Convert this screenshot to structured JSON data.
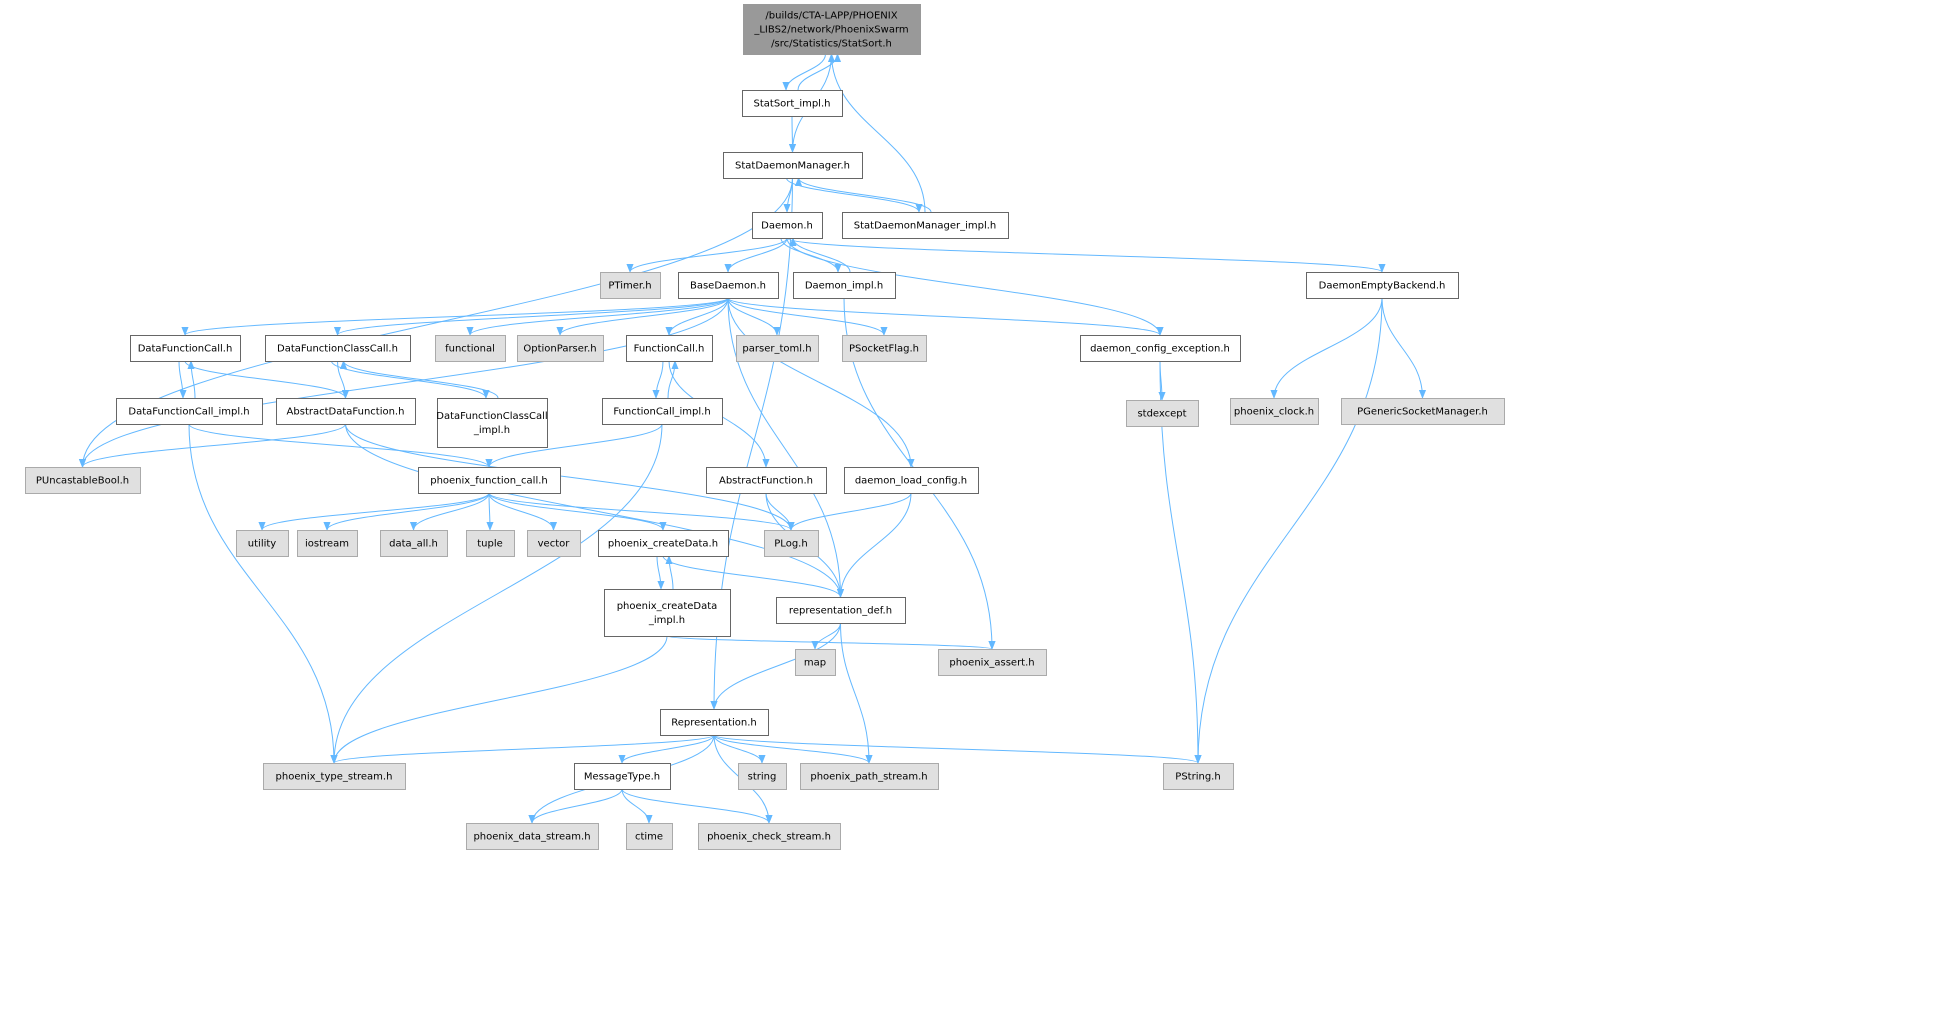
{
  "graph": {
    "edge_color": "#63b8ff",
    "external_fill": "#e0e0e0",
    "root_fill": "#999999",
    "nodes": [
      {
        "id": "root",
        "lines": [
          "/builds/CTA-LAPP/PHOENIX",
          "_LIBS2/network/PhoenixSwarm",
          "/src/Statistics/StatSort.h"
        ],
        "kind": "root"
      },
      {
        "id": "StatSort_impl",
        "lines": [
          "StatSort_impl.h"
        ],
        "kind": "file"
      },
      {
        "id": "StatDaemonManager",
        "lines": [
          "StatDaemonManager.h"
        ],
        "kind": "file"
      },
      {
        "id": "StatDaemonManager_impl",
        "lines": [
          "StatDaemonManager_impl.h"
        ],
        "kind": "file"
      },
      {
        "id": "Daemon",
        "lines": [
          "Daemon.h"
        ],
        "kind": "file"
      },
      {
        "id": "PTimer",
        "lines": [
          "PTimer.h"
        ],
        "kind": "ext"
      },
      {
        "id": "BaseDaemon",
        "lines": [
          "BaseDaemon.h"
        ],
        "kind": "file"
      },
      {
        "id": "Daemon_impl",
        "lines": [
          "Daemon_impl.h"
        ],
        "kind": "file"
      },
      {
        "id": "DaemonEmptyBackend",
        "lines": [
          "DaemonEmptyBackend.h"
        ],
        "kind": "file"
      },
      {
        "id": "DataFunctionCall",
        "lines": [
          "DataFunctionCall.h"
        ],
        "kind": "file"
      },
      {
        "id": "DataFunctionClassCall",
        "lines": [
          "DataFunctionClassCall.h"
        ],
        "kind": "file"
      },
      {
        "id": "functional",
        "lines": [
          "functional"
        ],
        "kind": "ext"
      },
      {
        "id": "OptionParser",
        "lines": [
          "OptionParser.h"
        ],
        "kind": "ext"
      },
      {
        "id": "FunctionCall",
        "lines": [
          "FunctionCall.h"
        ],
        "kind": "file"
      },
      {
        "id": "parser_toml",
        "lines": [
          "parser_toml.h"
        ],
        "kind": "ext"
      },
      {
        "id": "PSocketFlag",
        "lines": [
          "PSocketFlag.h"
        ],
        "kind": "ext"
      },
      {
        "id": "daemon_config_exception",
        "lines": [
          "daemon_config_exception.h"
        ],
        "kind": "file"
      },
      {
        "id": "phoenix_clock",
        "lines": [
          "phoenix_clock.h"
        ],
        "kind": "ext"
      },
      {
        "id": "PGenericSocketManager",
        "lines": [
          "PGenericSocketManager.h"
        ],
        "kind": "ext"
      },
      {
        "id": "DataFunctionCall_impl",
        "lines": [
          "DataFunctionCall_impl.h"
        ],
        "kind": "file"
      },
      {
        "id": "AbstractDataFunction",
        "lines": [
          "AbstractDataFunction.h"
        ],
        "kind": "file"
      },
      {
        "id": "DataFunctionClassCall_impl",
        "lines": [
          "DataFunctionClassCall",
          "_impl.h"
        ],
        "kind": "file"
      },
      {
        "id": "FunctionCall_impl",
        "lines": [
          "FunctionCall_impl.h"
        ],
        "kind": "file"
      },
      {
        "id": "stdexcept",
        "lines": [
          "stdexcept"
        ],
        "kind": "ext"
      },
      {
        "id": "PUncastableBool",
        "lines": [
          "PUncastableBool.h"
        ],
        "kind": "ext"
      },
      {
        "id": "phoenix_function_call",
        "lines": [
          "phoenix_function_call.h"
        ],
        "kind": "file"
      },
      {
        "id": "AbstractFunction",
        "lines": [
          "AbstractFunction.h"
        ],
        "kind": "file"
      },
      {
        "id": "daemon_load_config",
        "lines": [
          "daemon_load_config.h"
        ],
        "kind": "file"
      },
      {
        "id": "utility",
        "lines": [
          "utility"
        ],
        "kind": "ext"
      },
      {
        "id": "iostream",
        "lines": [
          "iostream"
        ],
        "kind": "ext"
      },
      {
        "id": "data_all",
        "lines": [
          "data_all.h"
        ],
        "kind": "ext"
      },
      {
        "id": "tuple",
        "lines": [
          "tuple"
        ],
        "kind": "ext"
      },
      {
        "id": "vector",
        "lines": [
          "vector"
        ],
        "kind": "ext"
      },
      {
        "id": "phoenix_createData",
        "lines": [
          "phoenix_createData.h"
        ],
        "kind": "file"
      },
      {
        "id": "PLog",
        "lines": [
          "PLog.h"
        ],
        "kind": "ext"
      },
      {
        "id": "phoenix_createData_impl",
        "lines": [
          "phoenix_createData",
          "_impl.h"
        ],
        "kind": "file"
      },
      {
        "id": "representation_def",
        "lines": [
          "representation_def.h"
        ],
        "kind": "file"
      },
      {
        "id": "map",
        "lines": [
          "map"
        ],
        "kind": "ext"
      },
      {
        "id": "phoenix_assert",
        "lines": [
          "phoenix_assert.h"
        ],
        "kind": "ext"
      },
      {
        "id": "Representation",
        "lines": [
          "Representation.h"
        ],
        "kind": "file"
      },
      {
        "id": "phoenix_type_stream",
        "lines": [
          "phoenix_type_stream.h"
        ],
        "kind": "ext"
      },
      {
        "id": "string",
        "lines": [
          "string"
        ],
        "kind": "ext"
      },
      {
        "id": "phoenix_path_stream",
        "lines": [
          "phoenix_path_stream.h"
        ],
        "kind": "ext"
      },
      {
        "id": "PString",
        "lines": [
          "PString.h"
        ],
        "kind": "ext"
      },
      {
        "id": "MessageType",
        "lines": [
          "MessageType.h"
        ],
        "kind": "file"
      },
      {
        "id": "phoenix_data_stream",
        "lines": [
          "phoenix_data_stream.h"
        ],
        "kind": "ext"
      },
      {
        "id": "ctime",
        "lines": [
          "ctime"
        ],
        "kind": "ext"
      },
      {
        "id": "phoenix_check_stream",
        "lines": [
          "phoenix_check_stream.h"
        ],
        "kind": "ext"
      }
    ],
    "edges": [
      [
        "root",
        "StatSort_impl"
      ],
      [
        "StatSort_impl",
        "root"
      ],
      [
        "root",
        "StatDaemonManager"
      ],
      [
        "StatSort_impl",
        "StatDaemonManager"
      ],
      [
        "StatDaemonManager",
        "StatDaemonManager_impl"
      ],
      [
        "StatDaemonManager_impl",
        "StatDaemonManager"
      ],
      [
        "StatDaemonManager_impl",
        "root"
      ],
      [
        "StatDaemonManager",
        "Daemon"
      ],
      [
        "StatDaemonManager",
        "PUncastableBool"
      ],
      [
        "StatDaemonManager",
        "Representation"
      ],
      [
        "Daemon",
        "PTimer"
      ],
      [
        "Daemon",
        "BaseDaemon"
      ],
      [
        "Daemon",
        "Daemon_impl"
      ],
      [
        "Daemon_impl",
        "Daemon"
      ],
      [
        "Daemon",
        "DaemonEmptyBackend"
      ],
      [
        "Daemon",
        "daemon_config_exception"
      ],
      [
        "Daemon_impl",
        "phoenix_assert"
      ],
      [
        "BaseDaemon",
        "DataFunctionCall"
      ],
      [
        "BaseDaemon",
        "DataFunctionClassCall"
      ],
      [
        "BaseDaemon",
        "functional"
      ],
      [
        "BaseDaemon",
        "OptionParser"
      ],
      [
        "BaseDaemon",
        "FunctionCall"
      ],
      [
        "BaseDaemon",
        "parser_toml"
      ],
      [
        "BaseDaemon",
        "PSocketFlag"
      ],
      [
        "BaseDaemon",
        "daemon_config_exception"
      ],
      [
        "BaseDaemon",
        "daemon_load_config"
      ],
      [
        "BaseDaemon",
        "representation_def"
      ],
      [
        "BaseDaemon",
        "PUncastableBool"
      ],
      [
        "DaemonEmptyBackend",
        "phoenix_clock"
      ],
      [
        "DaemonEmptyBackend",
        "PGenericSocketManager"
      ],
      [
        "DaemonEmptyBackend",
        "PString"
      ],
      [
        "DataFunctionCall",
        "DataFunctionCall_impl"
      ],
      [
        "DataFunctionCall_impl",
        "DataFunctionCall"
      ],
      [
        "DataFunctionCall",
        "AbstractDataFunction"
      ],
      [
        "DataFunctionClassCall",
        "AbstractDataFunction"
      ],
      [
        "DataFunctionClassCall",
        "DataFunctionClassCall_impl"
      ],
      [
        "DataFunctionClassCall_impl",
        "DataFunctionClassCall"
      ],
      [
        "FunctionCall",
        "FunctionCall_impl"
      ],
      [
        "FunctionCall_impl",
        "FunctionCall"
      ],
      [
        "FunctionCall",
        "AbstractFunction"
      ],
      [
        "daemon_config_exception",
        "stdexcept"
      ],
      [
        "daemon_config_exception",
        "PString"
      ],
      [
        "DataFunctionCall_impl",
        "phoenix_function_call"
      ],
      [
        "DataFunctionCall_impl",
        "phoenix_type_stream"
      ],
      [
        "AbstractDataFunction",
        "PUncastableBool"
      ],
      [
        "AbstractDataFunction",
        "PLog"
      ],
      [
        "AbstractDataFunction",
        "representation_def"
      ],
      [
        "FunctionCall_impl",
        "phoenix_function_call"
      ],
      [
        "FunctionCall_impl",
        "phoenix_type_stream"
      ],
      [
        "phoenix_function_call",
        "utility"
      ],
      [
        "phoenix_function_call",
        "iostream"
      ],
      [
        "phoenix_function_call",
        "data_all"
      ],
      [
        "phoenix_function_call",
        "tuple"
      ],
      [
        "phoenix_function_call",
        "vector"
      ],
      [
        "phoenix_function_call",
        "phoenix_createData"
      ],
      [
        "phoenix_function_call",
        "PLog"
      ],
      [
        "AbstractFunction",
        "PLog"
      ],
      [
        "AbstractFunction",
        "representation_def"
      ],
      [
        "daemon_load_config",
        "PLog"
      ],
      [
        "daemon_load_config",
        "representation_def"
      ],
      [
        "phoenix_createData",
        "phoenix_createData_impl"
      ],
      [
        "phoenix_createData_impl",
        "phoenix_createData"
      ],
      [
        "phoenix_createData",
        "representation_def"
      ],
      [
        "phoenix_createData_impl",
        "phoenix_type_stream"
      ],
      [
        "phoenix_createData_impl",
        "phoenix_assert"
      ],
      [
        "representation_def",
        "Representation"
      ],
      [
        "representation_def",
        "map"
      ],
      [
        "representation_def",
        "phoenix_path_stream"
      ],
      [
        "Representation",
        "phoenix_type_stream"
      ],
      [
        "Representation",
        "string"
      ],
      [
        "Representation",
        "phoenix_path_stream"
      ],
      [
        "Representation",
        "PString"
      ],
      [
        "Representation",
        "MessageType"
      ],
      [
        "Representation",
        "phoenix_data_stream"
      ],
      [
        "Representation",
        "phoenix_check_stream"
      ],
      [
        "MessageType",
        "phoenix_data_stream"
      ],
      [
        "MessageType",
        "ctime"
      ],
      [
        "MessageType",
        "phoenix_check_stream"
      ]
    ]
  }
}
